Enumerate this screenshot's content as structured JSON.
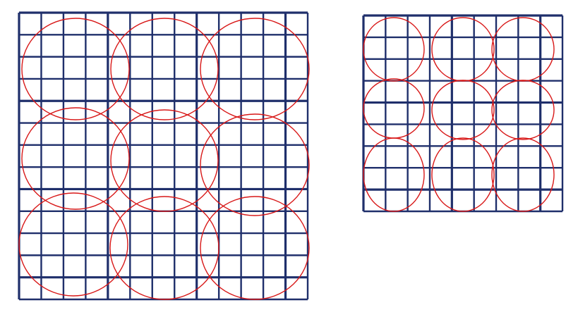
{
  "colors": {
    "background": "#ffffff",
    "grid_line": "#1f2f6b",
    "circle": "#d81818"
  },
  "panels": [
    {
      "name": "large-grid",
      "grid_rows": 13,
      "grid_cols": 13,
      "circle_rows": 3,
      "circle_cols": 3
    },
    {
      "name": "small-grid",
      "grid_rows": 9,
      "grid_cols": 9,
      "circle_rows": 3,
      "circle_cols": 3
    }
  ]
}
